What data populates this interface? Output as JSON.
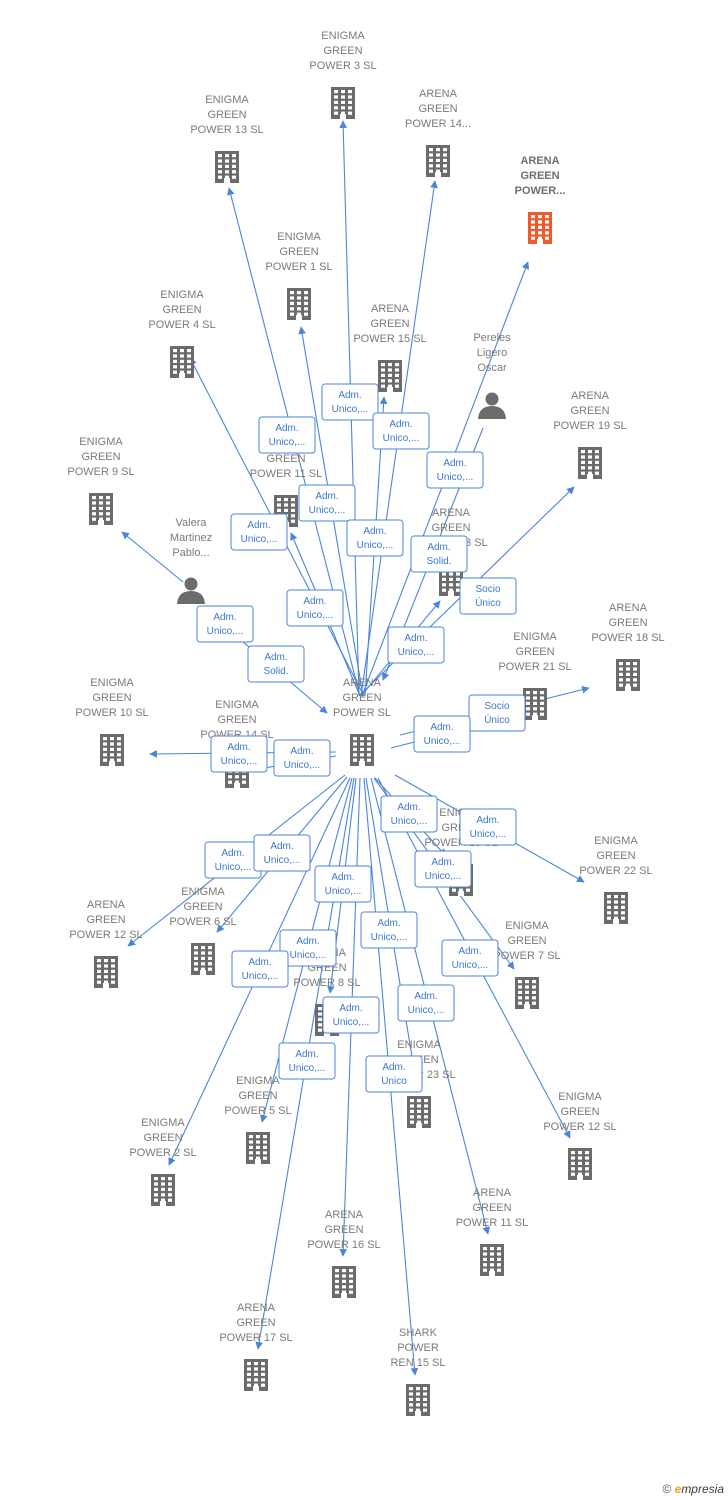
{
  "nodes": [
    {
      "id": "center",
      "type": "company",
      "lines": [
        "ARENA",
        "GREEN",
        "POWER  SL"
      ],
      "color": "#6b6b6b"
    },
    {
      "id": "egp3",
      "type": "company",
      "lines": [
        "ENIGMA",
        "GREEN",
        "POWER 3  SL"
      ],
      "color": "#6b6b6b"
    },
    {
      "id": "egp13",
      "type": "company",
      "lines": [
        "ENIGMA",
        "GREEN",
        "POWER 13  SL"
      ],
      "color": "#6b6b6b"
    },
    {
      "id": "agp14",
      "type": "company",
      "lines": [
        "ARENA",
        "GREEN",
        "POWER 14..."
      ],
      "color": "#6b6b6b"
    },
    {
      "id": "agpx",
      "type": "company",
      "lines": [
        "ARENA",
        "GREEN",
        "POWER..."
      ],
      "color": "#f05a2a",
      "highlight": true
    },
    {
      "id": "egp1",
      "type": "company",
      "lines": [
        "ENIGMA",
        "GREEN",
        "POWER 1  SL"
      ],
      "color": "#6b6b6b"
    },
    {
      "id": "egp4",
      "type": "company",
      "lines": [
        "ENIGMA",
        "GREEN",
        "POWER 4  SL"
      ],
      "color": "#6b6b6b"
    },
    {
      "id": "agp15",
      "type": "company",
      "lines": [
        "ARENA",
        "GREEN",
        "POWER 15  SL"
      ],
      "color": "#6b6b6b"
    },
    {
      "id": "pereles",
      "type": "person",
      "lines": [
        "Pereles",
        "Ligero",
        "Oscar"
      ],
      "color": "#6b6b6b"
    },
    {
      "id": "agp19",
      "type": "company",
      "lines": [
        "ARENA",
        "GREEN",
        "POWER 19  SL"
      ],
      "color": "#6b6b6b"
    },
    {
      "id": "egp9",
      "type": "company",
      "lines": [
        "ENIGMA",
        "GREEN",
        "POWER 9  SL"
      ],
      "color": "#6b6b6b"
    },
    {
      "id": "egp11",
      "type": "company",
      "lines": [
        "ENIGMA",
        "GREEN",
        "POWER 11  SL"
      ],
      "color": "#6b6b6b"
    },
    {
      "id": "agp13",
      "type": "company",
      "lines": [
        "ARENA",
        "GREEN",
        "POWER 13  SL"
      ],
      "color": "#6b6b6b"
    },
    {
      "id": "valera",
      "type": "person",
      "lines": [
        "Valera",
        "Martinez",
        "Pablo..."
      ],
      "color": "#6b6b6b"
    },
    {
      "id": "agp18",
      "type": "company",
      "lines": [
        "ARENA",
        "GREEN",
        "POWER 18  SL"
      ],
      "color": "#6b6b6b"
    },
    {
      "id": "egp21",
      "type": "company",
      "lines": [
        "ENIGMA",
        "GREEN",
        "POWER 21  SL"
      ],
      "color": "#6b6b6b"
    },
    {
      "id": "egp10",
      "type": "company",
      "lines": [
        "ENIGMA",
        "GREEN",
        "POWER 10  SL"
      ],
      "color": "#6b6b6b"
    },
    {
      "id": "egp14",
      "type": "company",
      "lines": [
        "ENIGMA",
        "GREEN",
        "POWER 14  SL"
      ],
      "color": "#6b6b6b"
    },
    {
      "id": "egp22",
      "type": "company",
      "lines": [
        "ENIGMA",
        "GREEN",
        "POWER 22  SL"
      ],
      "color": "#6b6b6b"
    },
    {
      "id": "egp15",
      "type": "company",
      "lines": [
        "ENIGMA",
        "GREEN",
        "POWER 15  SL"
      ],
      "color": "#6b6b6b"
    },
    {
      "id": "agp12",
      "type": "company",
      "lines": [
        "ARENA",
        "GREEN",
        "POWER 12  SL"
      ],
      "color": "#6b6b6b"
    },
    {
      "id": "egp6",
      "type": "company",
      "lines": [
        "ENIGMA",
        "GREEN",
        "POWER 6  SL"
      ],
      "color": "#6b6b6b"
    },
    {
      "id": "egp7",
      "type": "company",
      "lines": [
        "ENIGMA",
        "GREEN",
        "POWER 7  SL"
      ],
      "color": "#6b6b6b"
    },
    {
      "id": "agp8",
      "type": "company",
      "lines": [
        "ARENA",
        "GREEN",
        "POWER 8  SL"
      ],
      "color": "#6b6b6b"
    },
    {
      "id": "egp23",
      "type": "company",
      "lines": [
        "ENIGMA",
        "GREEN",
        "POWER 23  SL"
      ],
      "color": "#6b6b6b"
    },
    {
      "id": "egp5",
      "type": "company",
      "lines": [
        "ENIGMA",
        "GREEN",
        "POWER 5  SL"
      ],
      "color": "#6b6b6b"
    },
    {
      "id": "egp12",
      "type": "company",
      "lines": [
        "ENIGMA",
        "GREEN",
        "POWER 12  SL"
      ],
      "color": "#6b6b6b"
    },
    {
      "id": "egp2",
      "type": "company",
      "lines": [
        "ENIGMA",
        "GREEN",
        "POWER 2  SL"
      ],
      "color": "#6b6b6b"
    },
    {
      "id": "agp11",
      "type": "company",
      "lines": [
        "ARENA",
        "GREEN",
        "POWER 11  SL"
      ],
      "color": "#6b6b6b"
    },
    {
      "id": "agp16",
      "type": "company",
      "lines": [
        "ARENA",
        "GREEN",
        "POWER 16  SL"
      ],
      "color": "#6b6b6b"
    },
    {
      "id": "agp17",
      "type": "company",
      "lines": [
        "ARENA",
        "GREEN",
        "POWER 17  SL"
      ],
      "color": "#6b6b6b"
    },
    {
      "id": "shark",
      "type": "company",
      "lines": [
        "SHARK",
        "POWER",
        "REN 15  SL"
      ],
      "color": "#6b6b6b"
    }
  ],
  "edges": [
    {
      "from": "center",
      "to": "egp3",
      "label": [
        "Adm.",
        "Unico,..."
      ]
    },
    {
      "from": "center",
      "to": "egp13",
      "label": [
        "Adm.",
        "Unico,..."
      ]
    },
    {
      "from": "center",
      "to": "agp14",
      "label": [
        "Adm.",
        "Unico,..."
      ]
    },
    {
      "from": "center",
      "to": "agpx",
      "label": [
        "Adm.",
        "Unico,..."
      ]
    },
    {
      "from": "center",
      "to": "egp1",
      "label": [
        "Adm.",
        "Unico,..."
      ]
    },
    {
      "from": "center",
      "to": "egp4",
      "label": [
        "Adm.",
        "Unico,..."
      ]
    },
    {
      "from": "center",
      "to": "agp15",
      "label": [
        "Adm.",
        "Unico,..."
      ]
    },
    {
      "from": "center",
      "to": "agp19",
      "label": [
        "Socio",
        "Único"
      ]
    },
    {
      "from": "center",
      "to": "egp11",
      "label": [
        "Adm.",
        "Unico,..."
      ]
    },
    {
      "from": "center",
      "to": "agp13",
      "label": [
        "Adm.",
        "Unico,..."
      ]
    },
    {
      "from": "pereles",
      "to": "center",
      "label": [
        "Adm.",
        "Solid."
      ]
    },
    {
      "from": "valera",
      "to": "egp9",
      "label": [
        "Adm.",
        "Unico,..."
      ]
    },
    {
      "from": "valera",
      "to": "center",
      "label": [
        "Adm.",
        "Solid."
      ]
    },
    {
      "from": "center",
      "to": "agp18",
      "label": [
        "Socio",
        "Único"
      ]
    },
    {
      "from": "center",
      "to": "egp21",
      "label": [
        "Adm.",
        "Unico,..."
      ]
    },
    {
      "from": "center",
      "to": "egp10",
      "label": [
        "Adm.",
        "Unico,..."
      ]
    },
    {
      "from": "center",
      "to": "egp14",
      "label": [
        "Adm.",
        "Unico,..."
      ]
    },
    {
      "from": "center",
      "to": "egp22",
      "label": [
        "Adm.",
        "Unico,..."
      ]
    },
    {
      "from": "center",
      "to": "egp15",
      "label": [
        "Adm.",
        "Unico,..."
      ]
    },
    {
      "from": "center",
      "to": "agp12",
      "label": [
        "Adm.",
        "Unico,..."
      ]
    },
    {
      "from": "center",
      "to": "egp6",
      "label": [
        "Adm.",
        "Unico,..."
      ]
    },
    {
      "from": "center",
      "to": "egp7",
      "label": [
        "Adm.",
        "Unico,..."
      ]
    },
    {
      "from": "center",
      "to": "agp8",
      "label": [
        "Adm.",
        "Unico,..."
      ]
    },
    {
      "from": "center",
      "to": "egp23",
      "label": [
        "Adm.",
        "Unico"
      ]
    },
    {
      "from": "center",
      "to": "egp5",
      "label": [
        "Adm.",
        "Unico,..."
      ]
    },
    {
      "from": "center",
      "to": "egp12",
      "label": [
        "Adm.",
        "Unico,..."
      ]
    },
    {
      "from": "center",
      "to": "egp2",
      "label": [
        "Adm.",
        "Unico,..."
      ]
    },
    {
      "from": "center",
      "to": "agp11",
      "label": [
        "Adm.",
        "Unico,..."
      ]
    },
    {
      "from": "center",
      "to": "agp16",
      "label": [
        "Adm.",
        "Unico,..."
      ]
    },
    {
      "from": "center",
      "to": "agp17",
      "label": [
        "Adm.",
        "Unico,..."
      ]
    },
    {
      "from": "center",
      "to": "shark",
      "label": [
        "Adm.",
        "Unico,..."
      ]
    }
  ],
  "footer": {
    "copyright": "©",
    "brand_initial": "e",
    "brand_rest": "mpresia"
  }
}
